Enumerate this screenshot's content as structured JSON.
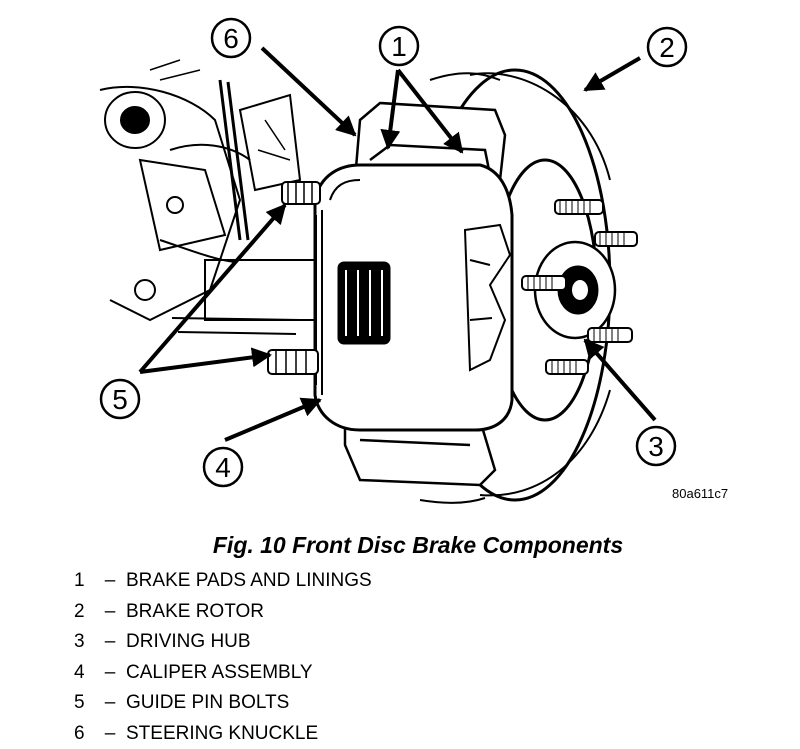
{
  "diagram": {
    "callouts": [
      {
        "number": "6"
      },
      {
        "number": "1"
      },
      {
        "number": "2"
      },
      {
        "number": "5"
      },
      {
        "number": "3"
      },
      {
        "number": "4"
      }
    ],
    "drawing_code": "80a611c7"
  },
  "figure": {
    "title": "Fig. 10 Front Disc Brake Components"
  },
  "legend": [
    {
      "number": "1",
      "separator": "–",
      "label": "BRAKE PADS AND LININGS"
    },
    {
      "number": "2",
      "separator": "–",
      "label": "BRAKE ROTOR"
    },
    {
      "number": "3",
      "separator": "–",
      "label": "DRIVING HUB"
    },
    {
      "number": "4",
      "separator": "–",
      "label": "CALIPER ASSEMBLY"
    },
    {
      "number": "5",
      "separator": "–",
      "label": "GUIDE PIN BOLTS"
    },
    {
      "number": "6",
      "separator": "–",
      "label": "STEERING KNUCKLE"
    }
  ]
}
